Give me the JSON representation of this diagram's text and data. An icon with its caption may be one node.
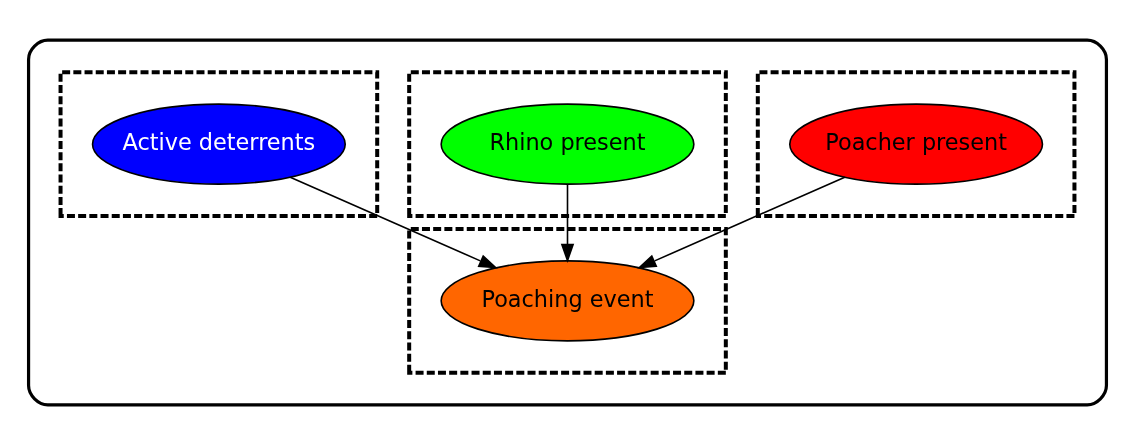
{
  "diagram": {
    "nodes": [
      {
        "text": [],
        "shape": "ellipse"
      },
      {
        "text": [],
        "shape": "box",
        "in": 0
      },
      {
        "text": [
          "Poacher present"
        ],
        "in": 1
      },
      {
        "text": [],
        "shape": "box",
        "in": 0
      },
      {
        "text": [
          "Rhino present"
        ],
        "in": 3
      },
      {
        "text": [],
        "shape": "box",
        "in": 0
      },
      {
        "text": [
          "Active deterrents"
        ],
        "in": 5
      },
      {
        "text": [],
        "shape": "box",
        "in": 0
      },
      {
        "text": [
          "Poaching event"
        ],
        "in": 7
      }
    ],
    "edges": [
      {
        "from": 2,
        "to": 8,
        "arrow": "to"
      },
      {
        "from": 4,
        "to": 8,
        "arrow": "to"
      },
      {
        "from": 6,
        "to": 8,
        "arrow": "to"
      }
    ]
  }
}
